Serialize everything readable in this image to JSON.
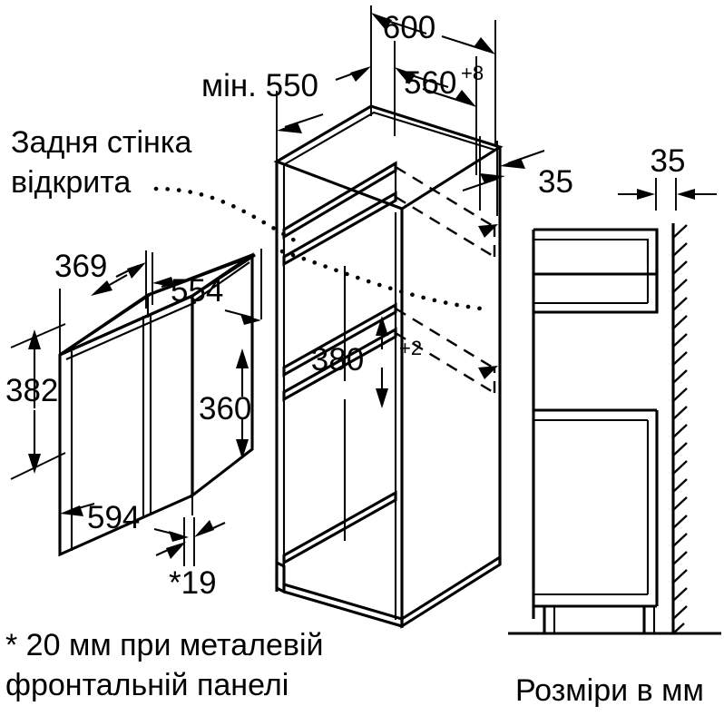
{
  "diagram": {
    "title": "Built-in appliance installation dimension drawing",
    "units_caption": "Розміри в мм",
    "notes": {
      "back_wall_line1": "Задня стінка",
      "back_wall_line2": "відкрита",
      "footnote_line1": "* 20 мм при металевій",
      "footnote_line2": "фронтальній панелі"
    },
    "appliance": {
      "depth": "369",
      "width_top": "554",
      "height_front": "382",
      "height_body": "360",
      "width_front": "594",
      "front_panel_thickness": "*19"
    },
    "cabinet": {
      "niche_depth": "мін. 550",
      "outer_width": "600",
      "niche_width": "560",
      "niche_width_tolerance": "+8",
      "niche_height": "380",
      "niche_height_tolerance": "+2",
      "side_gap": "35"
    },
    "side_view": {
      "wall_gap": "35"
    },
    "colors": {
      "line": "#000000",
      "background": "#ffffff"
    }
  }
}
